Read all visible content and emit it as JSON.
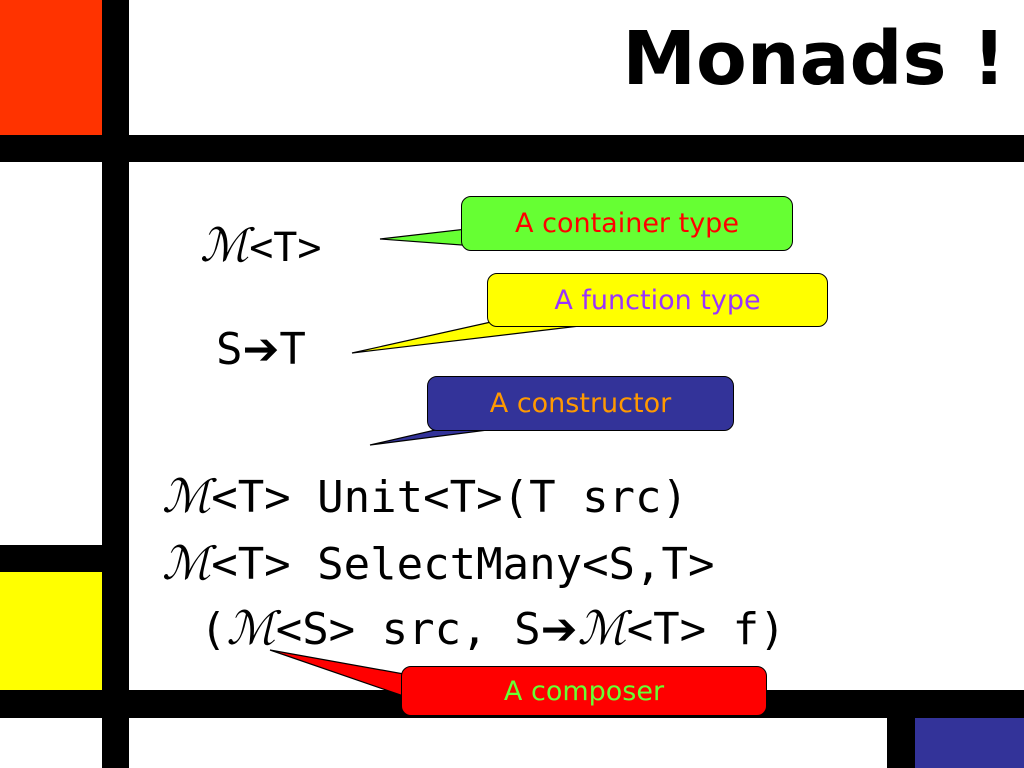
{
  "title": "Monads !",
  "colors": {
    "red_block": "#ff3300",
    "yellow_block": "#ffff00",
    "blue_block": "#333399",
    "grid_lines": "#000000"
  },
  "code": {
    "monad_symbol": "ℳ",
    "arrow_symbol": "➔",
    "container_line": "<T>",
    "function_line_left": "S",
    "function_line_right": "T",
    "unit_line": "<T> Unit<T>(T src)",
    "selectmany_line": "<T> SelectMany<S,T>",
    "selectmany_args_open": "(",
    "selectmany_args_middle": "<S> src, S",
    "selectmany_args_end": "<T> f)"
  },
  "callouts": {
    "container": {
      "label": "A container type",
      "fill": "#66ff33",
      "text_color": "#ff0000"
    },
    "function": {
      "label": "A function type",
      "fill": "#ffff00",
      "text_color": "#9933ff"
    },
    "constructor": {
      "label": "A constructor",
      "fill": "#333399",
      "text_color": "#ff9900"
    },
    "composer": {
      "label": "A composer",
      "fill": "#ff0000",
      "text_color": "#66ff33"
    }
  }
}
